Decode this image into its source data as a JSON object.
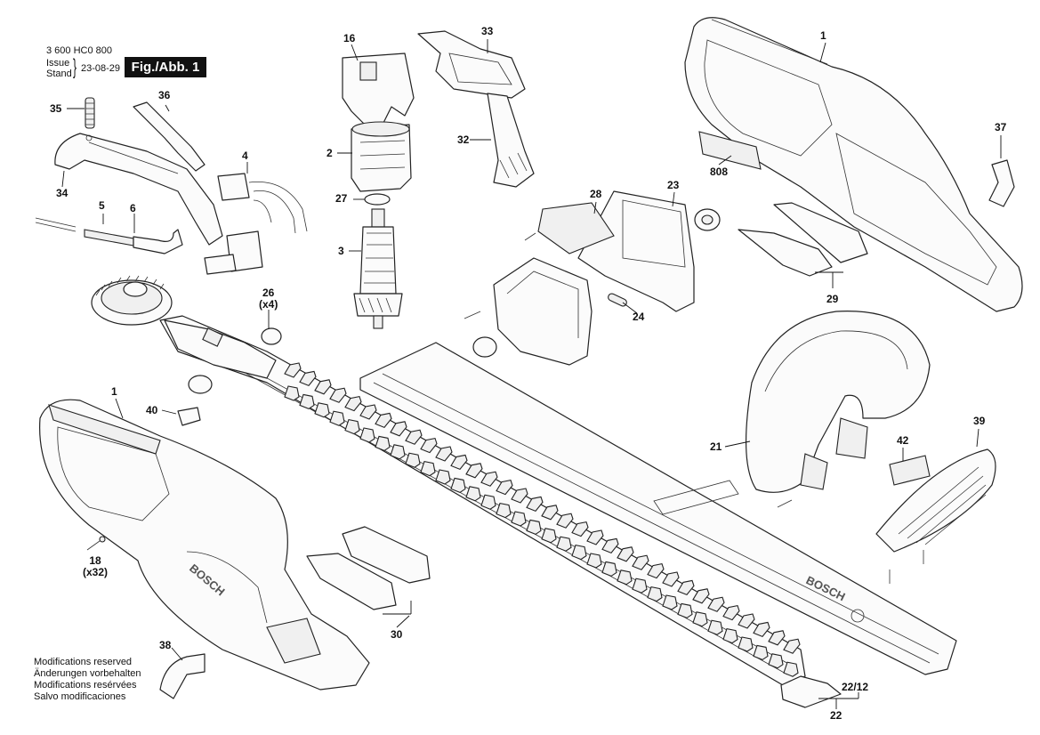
{
  "header": {
    "model_number": "3 600 HC0 800",
    "issue_label": "Issue\nStand",
    "brace": "}",
    "issue_date": "23-08-29",
    "figure_label": "Fig./Abb. 1"
  },
  "notes": [
    "Modifications reserved",
    "Änderungen vorbehalten",
    "Modifications resérvées",
    "Salvo modificaciones"
  ],
  "brand_mark": "BOSCH",
  "part_labels": [
    {
      "id": "1-top",
      "text": "1"
    },
    {
      "id": "1-bottom",
      "text": "1"
    },
    {
      "id": "2",
      "text": "2"
    },
    {
      "id": "3",
      "text": "3"
    },
    {
      "id": "4",
      "text": "4"
    },
    {
      "id": "5",
      "text": "5"
    },
    {
      "id": "6",
      "text": "6"
    },
    {
      "id": "16",
      "text": "16"
    },
    {
      "id": "18",
      "text": "18\n(x32)"
    },
    {
      "id": "21",
      "text": "21"
    },
    {
      "id": "22",
      "text": "22"
    },
    {
      "id": "22-12",
      "text": "22/12"
    },
    {
      "id": "23",
      "text": "23"
    },
    {
      "id": "24",
      "text": "24"
    },
    {
      "id": "26",
      "text": "26\n(x4)"
    },
    {
      "id": "27",
      "text": "27"
    },
    {
      "id": "28",
      "text": "28"
    },
    {
      "id": "29",
      "text": "29"
    },
    {
      "id": "30",
      "text": "30"
    },
    {
      "id": "32",
      "text": "32"
    },
    {
      "id": "33",
      "text": "33"
    },
    {
      "id": "34",
      "text": "34"
    },
    {
      "id": "35",
      "text": "35"
    },
    {
      "id": "36",
      "text": "36"
    },
    {
      "id": "37",
      "text": "37"
    },
    {
      "id": "38",
      "text": "38"
    },
    {
      "id": "39",
      "text": "39"
    },
    {
      "id": "40",
      "text": "40"
    },
    {
      "id": "42",
      "text": "42"
    },
    {
      "id": "808",
      "text": "808"
    }
  ]
}
